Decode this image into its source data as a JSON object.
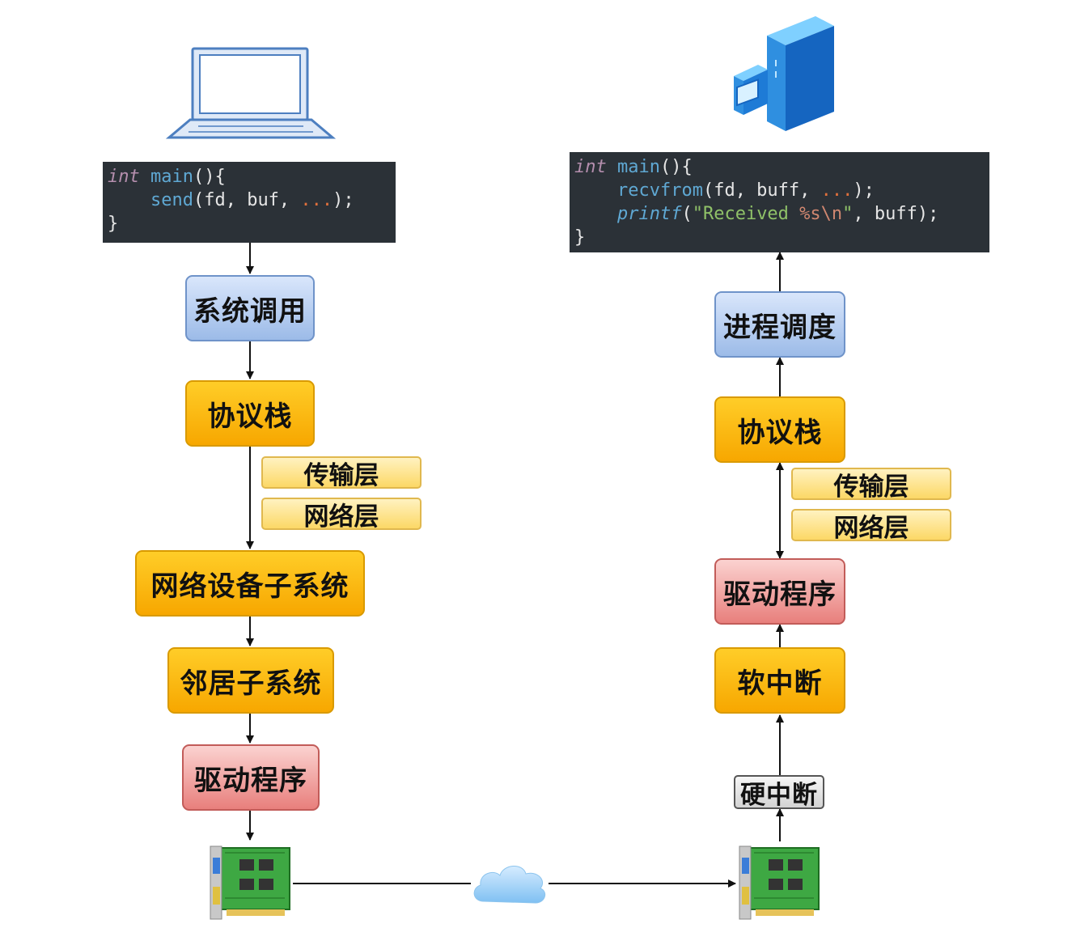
{
  "left": {
    "code": {
      "line1_kw": "int",
      "line1_fn": "main",
      "line1_rest": "(){",
      "line2_fn": "send",
      "line2_args": "(fd, buf, ",
      "line2_dots": "...",
      "line2_end": ");",
      "line3": "}"
    },
    "steps": {
      "syscall": "系统调用",
      "stack": "协议栈",
      "transport": "传输层",
      "network": "网络层",
      "netdev": "网络设备子系统",
      "neighbor": "邻居子系统",
      "driver": "驱动程序"
    }
  },
  "right": {
    "code": {
      "line1_kw": "int",
      "line1_fn": "main",
      "line1_rest": "(){",
      "line2_fn": "recvfrom",
      "line2_args": "(fd, buff, ",
      "line2_dots": "...",
      "line2_end": ");",
      "line3_fn": "printf",
      "line3_open": "(",
      "line3_str1": "\"Received ",
      "line3_fmt": "%s\\n",
      "line3_str2": "\"",
      "line3_end": ", buff);",
      "line4": "}"
    },
    "steps": {
      "sched": "进程调度",
      "stack": "协议栈",
      "transport": "传输层",
      "network": "网络层",
      "driver": "驱动程序",
      "softirq": "软中断",
      "hardirq": "硬中断"
    }
  },
  "colors": {
    "blue_box": "#9cbbe8",
    "orange_box": "#f7a700",
    "red_box": "#e87f7c",
    "layer_box": "#fcd866",
    "code_bg": "#2b3137"
  },
  "icons": {
    "client": "laptop-icon",
    "server": "server-icon",
    "nic": "network-card-icon",
    "network": "cloud-icon"
  }
}
